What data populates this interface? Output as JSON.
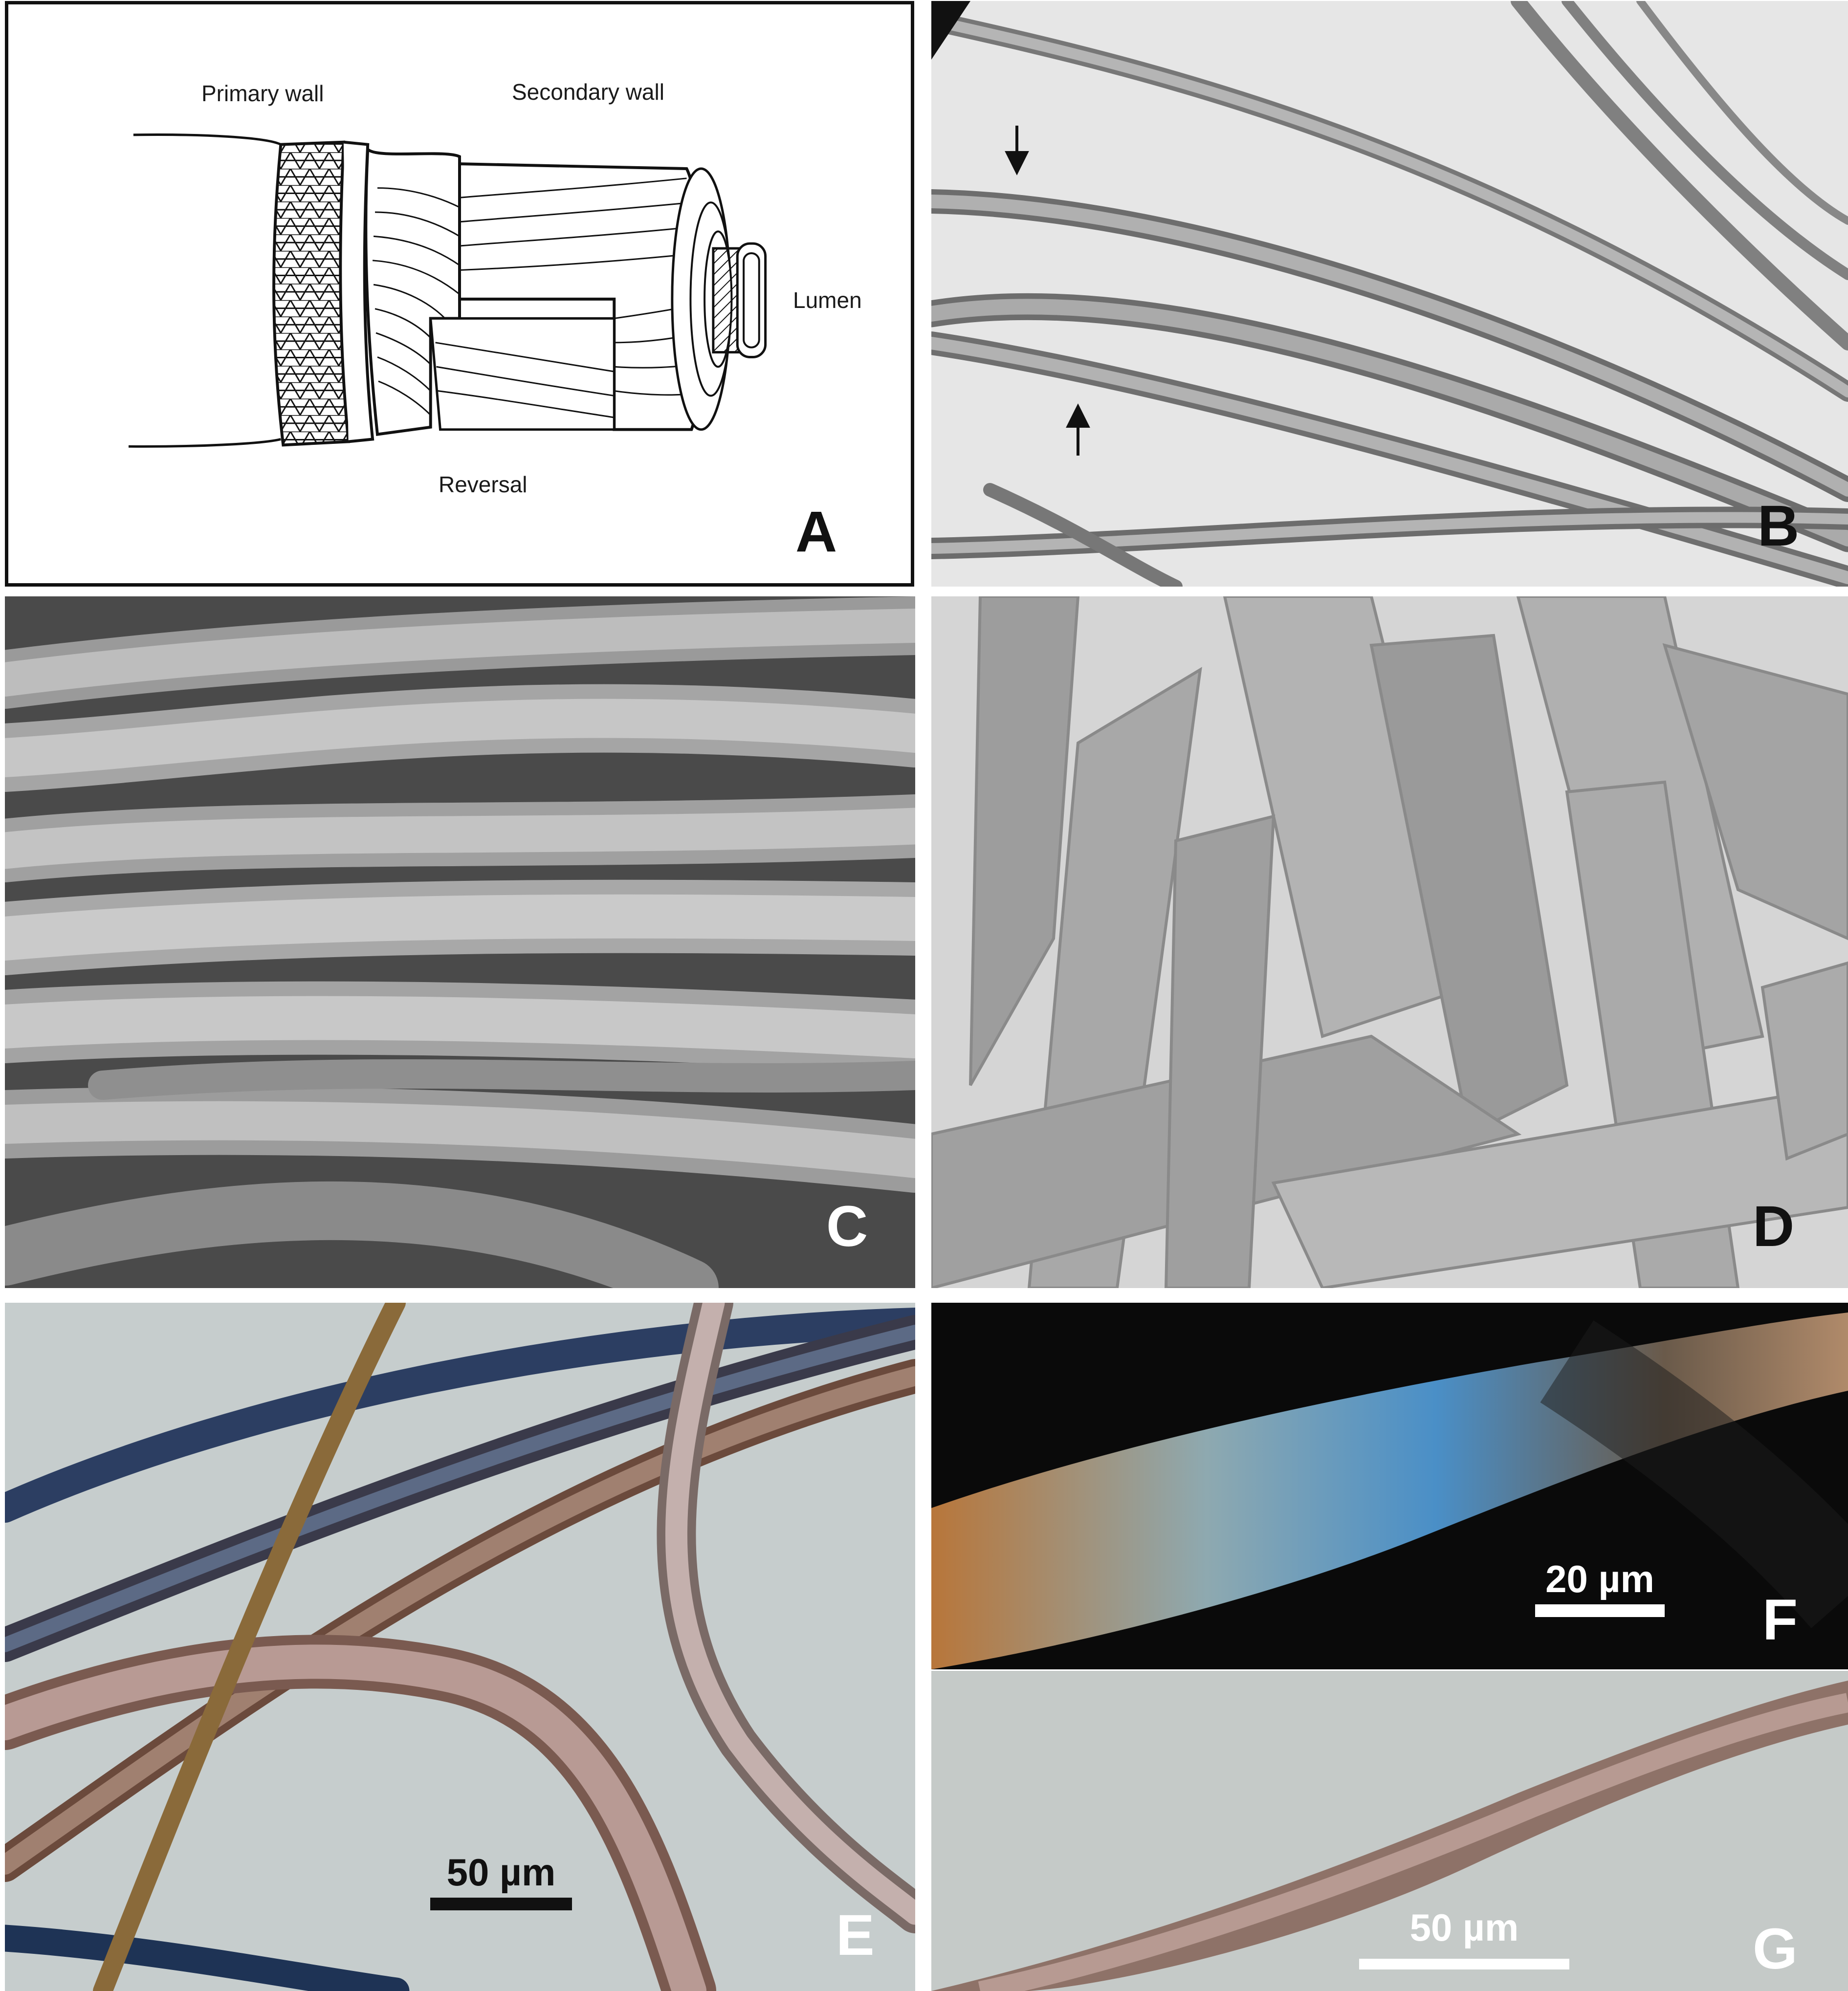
{
  "panels": {
    "a": {
      "letter": "A",
      "labels": {
        "primary_wall": "Primary wall",
        "secondary_wall": "Secondary wall",
        "lumen": "Lumen",
        "reversal": "Reversal"
      }
    },
    "b": {
      "letter": "B"
    },
    "c": {
      "letter": "C"
    },
    "d": {
      "letter": "D"
    },
    "e": {
      "letter": "E",
      "scale_label": "50 µm"
    },
    "f": {
      "letter": "F",
      "scale_label": "20 µm"
    },
    "g": {
      "letter": "G",
      "scale_label": "50 µm"
    }
  },
  "colors": {
    "micrograph_bg_light": "#c3cbcb",
    "dark_field_bg": "#0a0a0a",
    "fiber_brown": "#7a5a50",
    "fiber_blue": "#2c3e62"
  }
}
